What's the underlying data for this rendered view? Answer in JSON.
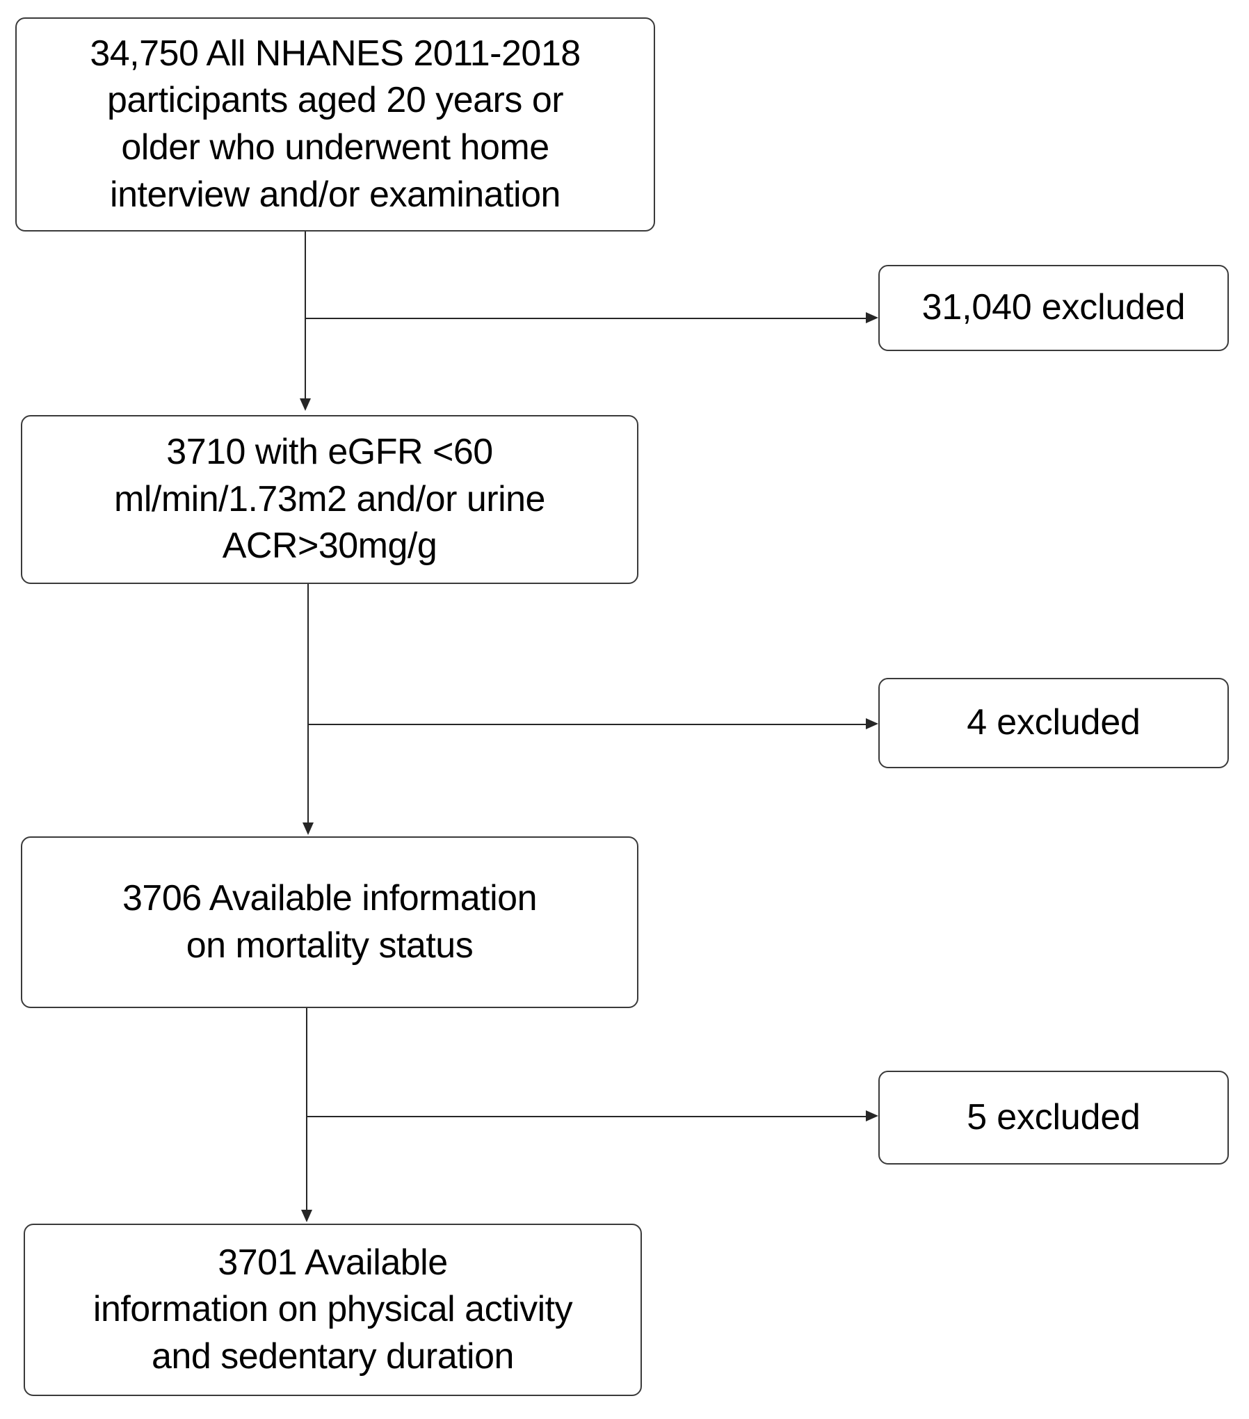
{
  "chart_data": {
    "type": "diagram",
    "diagram_kind": "participant-flow-chart",
    "title": "",
    "nodes": [
      {
        "id": "all-participants",
        "role": "main",
        "count": 34750,
        "count_label": "34,750",
        "text": "34,750 All NHANES 2011-2018\nparticipants aged 20 years or\nolder who underwent home\ninterview and/or examination"
      },
      {
        "id": "excluded-1",
        "role": "exclusion",
        "count": 31040,
        "count_label": "31,040",
        "text": "31,040 excluded"
      },
      {
        "id": "ckd-criteria",
        "role": "main",
        "count": 3710,
        "count_label": "3710",
        "text": "3710 with eGFR <60\nml/min/1.73m2 and/or urine\nACR>30mg/g"
      },
      {
        "id": "excluded-2",
        "role": "exclusion",
        "count": 4,
        "count_label": "4",
        "text": "4 excluded"
      },
      {
        "id": "mortality-info",
        "role": "main",
        "count": 3706,
        "count_label": "3706",
        "text": "3706 Available information\non mortality status"
      },
      {
        "id": "excluded-3",
        "role": "exclusion",
        "count": 5,
        "count_label": "5",
        "text": "5 excluded"
      },
      {
        "id": "activity-info",
        "role": "main",
        "count": 3701,
        "count_label": "3701",
        "text": "3701 Available\ninformation on physical activity\nand sedentary duration"
      }
    ],
    "edges": [
      {
        "from": "all-participants",
        "to": "ckd-criteria",
        "type": "flow"
      },
      {
        "from": "all-participants",
        "to": "excluded-1",
        "type": "exclusion-branch"
      },
      {
        "from": "ckd-criteria",
        "to": "mortality-info",
        "type": "flow"
      },
      {
        "from": "ckd-criteria",
        "to": "excluded-2",
        "type": "exclusion-branch"
      },
      {
        "from": "mortality-info",
        "to": "activity-info",
        "type": "flow"
      },
      {
        "from": "mortality-info",
        "to": "excluded-3",
        "type": "exclusion-branch"
      }
    ],
    "colors": {
      "background": "#ffffff",
      "node_border": "#3a3a3a",
      "node_fill": "#ffffff",
      "text": "#000000",
      "connector": "#262626"
    }
  }
}
